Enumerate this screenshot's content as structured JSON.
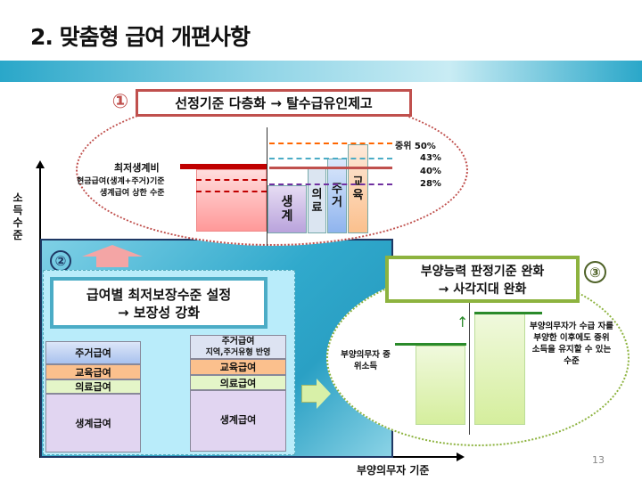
{
  "title": "2. 맞춤형 급여 개편사항",
  "page_number": "13",
  "axes": {
    "y_label": "소득 수준",
    "x_label": "부양의무자 기준"
  },
  "section1": {
    "num": "①",
    "heading": "선정기준 다층화 → 탈수급유인제고",
    "left_labels": [
      "최저생계비",
      "현금급여(생계+주거)기준",
      "생계급여 상한 수준"
    ],
    "bars": [
      "생계",
      "의료",
      "주거",
      "교육"
    ],
    "levels": [
      "중위 50%",
      "43%",
      "40%",
      "28%"
    ]
  },
  "section2": {
    "num": "②",
    "heading_line1": "급여별 최저보장수준 설정",
    "heading_line2": "→ 보장성 강화",
    "left_stack": [
      "주거급여",
      "교육급여",
      "의료급여",
      "생계급여"
    ],
    "right_stack": {
      "housing": "주거급여",
      "housing_note": "지역,주거유형 반영",
      "education": "교육급여",
      "medical": "의료급여",
      "living": "생계급여"
    }
  },
  "section3": {
    "num": "③",
    "heading_line1": "부양능력 판정기준 완화",
    "heading_line2": "→ 사각지대 완화",
    "left_label": "부양의무자 중위소득",
    "right_label": "부양의무자가 수급 자를 부양한 이후에도 중위 소득을 유지할 수 있는 수준"
  },
  "colors": {
    "red": "#c0504d",
    "green": "#77a33a",
    "navy": "#1f3864"
  }
}
